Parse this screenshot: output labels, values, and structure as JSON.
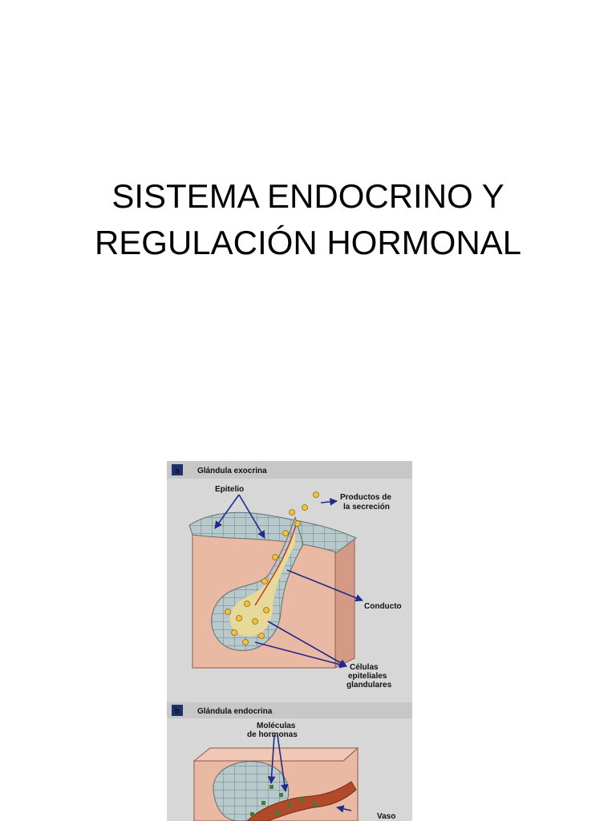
{
  "slide": {
    "title_line1": "SISTEMA ENDOCRINO Y",
    "title_line2": "REGULACIÓN HORMONAL"
  },
  "figure": {
    "panel_a": {
      "letter": "a",
      "heading": "Glándula exocrina",
      "labels": {
        "epitelio": "Epitelio",
        "productos_1": "Productos de",
        "productos_2": "la secreción",
        "conducto": "Conducto",
        "celulas_1": "Células",
        "celulas_2": "epiteliales",
        "celulas_3": "glandulares"
      }
    },
    "panel_b": {
      "letter": "b",
      "heading": "Glándula endocrina",
      "labels": {
        "moleculas_1": "Moléculas",
        "moleculas_2": "de hormonas",
        "vaso": "Vaso"
      }
    },
    "colors": {
      "panel_bg": "#d7d7d7",
      "header_bg": "#c7c7c7",
      "letter_bg": "#1d2f6d",
      "tissue": "#e9b9a4",
      "epithelium": "#b8c9cc",
      "secretion": "#f2c23b",
      "arrow": "#1f2a8a",
      "vessel": "#b04a2a",
      "hormone": "#3f7d3a"
    }
  }
}
